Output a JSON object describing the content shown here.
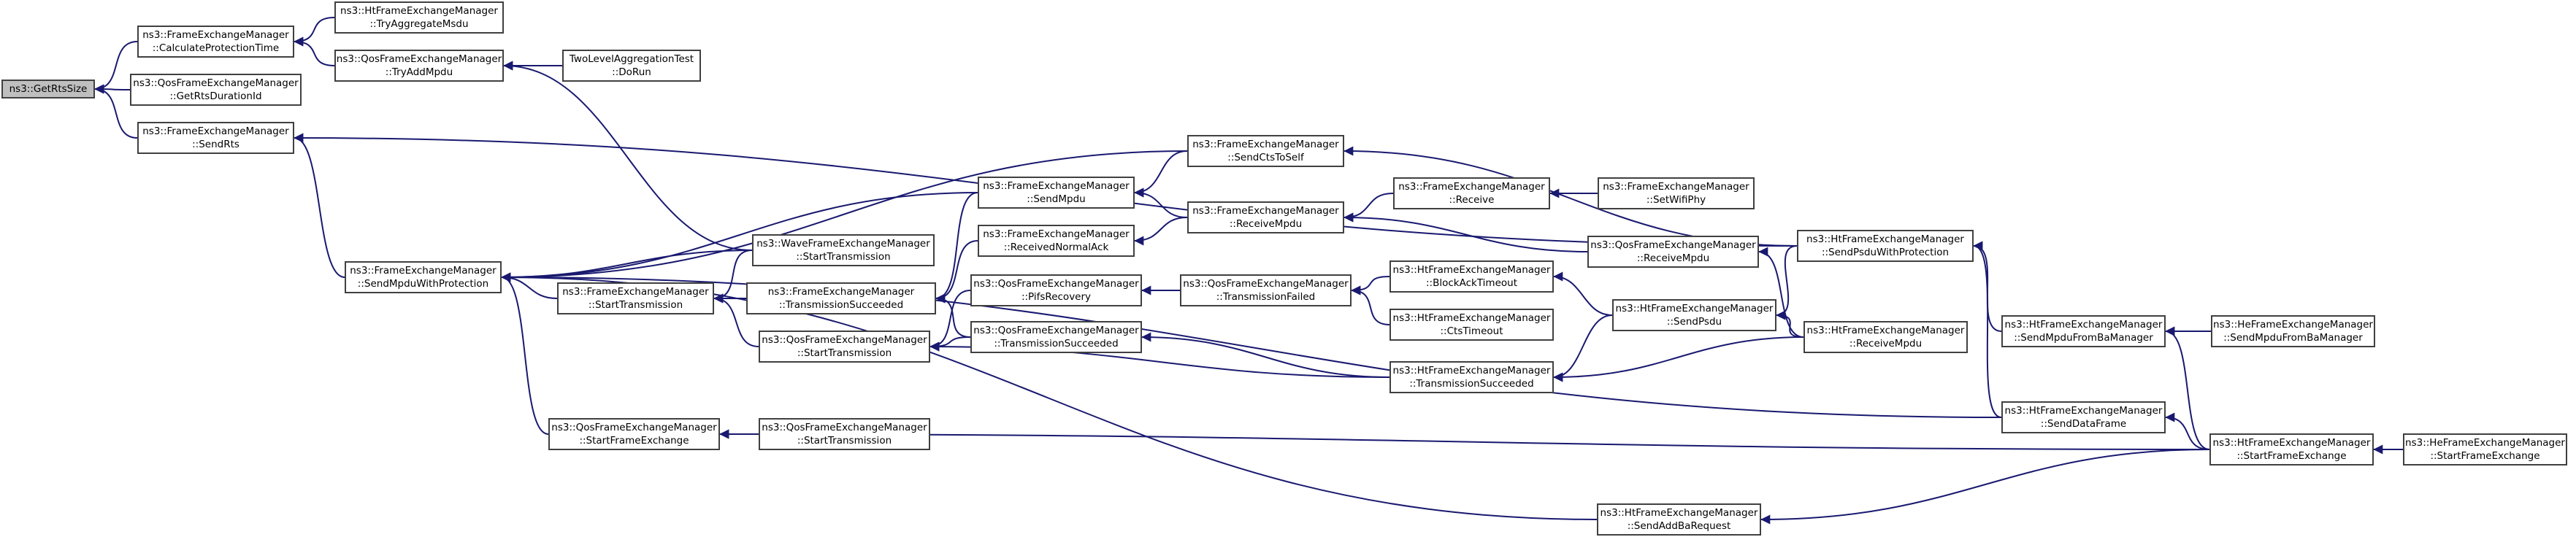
{
  "colors": {
    "edge": "#191970",
    "node_border": "#404040",
    "root_fill": "#bfbfbf",
    "node_fill": "#ffffff"
  },
  "nodes": {
    "get_rts_size": {
      "lines": [
        "ns3::GetRtsSize"
      ]
    },
    "fem_calc_prot_time": {
      "lines": [
        "ns3::FrameExchangeManager",
        "::CalculateProtectionTime"
      ]
    },
    "qfem_get_rts_duration_id": {
      "lines": [
        "ns3::QosFrameExchangeManager",
        "::GetRtsDurationId"
      ]
    },
    "fem_send_rts": {
      "lines": [
        "ns3::FrameExchangeManager",
        "::SendRts"
      ]
    },
    "htfem_try_aggregate_msdu": {
      "lines": [
        "ns3::HtFrameExchangeManager",
        "::TryAggregateMsdu"
      ]
    },
    "qfem_try_add_mpdu": {
      "lines": [
        "ns3::QosFrameExchangeManager",
        "::TryAddMpdu"
      ]
    },
    "two_level_do_run": {
      "lines": [
        "TwoLevelAggregationTest",
        "::DoRun"
      ]
    },
    "fem_send_mpdu_with_prot": {
      "lines": [
        "ns3::FrameExchangeManager",
        "::SendMpduWithProtection"
      ]
    },
    "wfem_start_transmission": {
      "lines": [
        "ns3::WaveFrameExchangeManager",
        "::StartTransmission"
      ]
    },
    "fem_start_transmission": {
      "lines": [
        "ns3::FrameExchangeManager",
        "::StartTransmission"
      ]
    },
    "fem_transmission_succeeded": {
      "lines": [
        "ns3::FrameExchangeManager",
        "::TransmissionSucceeded"
      ]
    },
    "qfem_start_transmission": {
      "lines": [
        "ns3::QosFrameExchangeManager",
        "::StartTransmission"
      ]
    },
    "qfem_start_frame_exchange": {
      "lines": [
        "ns3::QosFrameExchangeManager",
        "::StartFrameExchange"
      ]
    },
    "qfem_start_transmission_2": {
      "lines": [
        "ns3::QosFrameExchangeManager",
        "::StartTransmission"
      ]
    },
    "fem_send_mpdu": {
      "lines": [
        "ns3::FrameExchangeManager",
        "::SendMpdu"
      ]
    },
    "fem_received_normal_ack": {
      "lines": [
        "ns3::FrameExchangeManager",
        "::ReceivedNormalAck"
      ]
    },
    "qfem_pifs_recovery": {
      "lines": [
        "ns3::QosFrameExchangeManager",
        "::PifsRecovery"
      ]
    },
    "qfem_transmission_succeeded": {
      "lines": [
        "ns3::QosFrameExchangeManager",
        "::TransmissionSucceeded"
      ]
    },
    "fem_send_cts_to_self": {
      "lines": [
        "ns3::FrameExchangeManager",
        "::SendCtsToSelf"
      ]
    },
    "fem_receive_mpdu": {
      "lines": [
        "ns3::FrameExchangeManager",
        "::ReceiveMpdu"
      ]
    },
    "qfem_transmission_failed": {
      "lines": [
        "ns3::QosFrameExchangeManager",
        "::TransmissionFailed"
      ]
    },
    "fem_receive": {
      "lines": [
        "ns3::FrameExchangeManager",
        "::Receive"
      ]
    },
    "fem_set_wifi_phy": {
      "lines": [
        "ns3::FrameExchangeManager",
        "::SetWifiPhy"
      ]
    },
    "qfem_receive_mpdu": {
      "lines": [
        "ns3::QosFrameExchangeManager",
        "::ReceiveMpdu"
      ]
    },
    "htfem_block_ack_timeout": {
      "lines": [
        "ns3::HtFrameExchangeManager",
        "::BlockAckTimeout"
      ]
    },
    "htfem_cts_timeout": {
      "lines": [
        "ns3::HtFrameExchangeManager",
        "::CtsTimeout"
      ]
    },
    "htfem_transmission_succeeded": {
      "lines": [
        "ns3::HtFrameExchangeManager",
        "::TransmissionSucceeded"
      ]
    },
    "htfem_send_psdu": {
      "lines": [
        "ns3::HtFrameExchangeManager",
        "::SendPsdu"
      ]
    },
    "htfem_receive_mpdu": {
      "lines": [
        "ns3::HtFrameExchangeManager",
        "::ReceiveMpdu"
      ]
    },
    "htfem_send_psdu_with_prot": {
      "lines": [
        "ns3::HtFrameExchangeManager",
        "::SendPsduWithProtection"
      ]
    },
    "htfem_send_data_frame": {
      "lines": [
        "ns3::HtFrameExchangeManager",
        "::SendDataFrame"
      ]
    },
    "htfem_send_add_ba_request": {
      "lines": [
        "ns3::HtFrameExchangeManager",
        "::SendAddBaRequest"
      ]
    },
    "htfem_send_mpdu_from_ba": {
      "lines": [
        "ns3::HtFrameExchangeManager",
        "::SendMpduFromBaManager"
      ]
    },
    "htfem_start_frame_exchange": {
      "lines": [
        "ns3::HtFrameExchangeManager",
        "::StartFrameExchange"
      ]
    },
    "hefem_send_mpdu_from_ba": {
      "lines": [
        "ns3::HeFrameExchangeManager",
        "::SendMpduFromBaManager"
      ]
    },
    "hefem_start_frame_exchange": {
      "lines": [
        "ns3::HeFrameExchangeManager",
        "::StartFrameExchange"
      ]
    }
  },
  "edges": [
    [
      "fem_calc_prot_time",
      "get_rts_size"
    ],
    [
      "qfem_get_rts_duration_id",
      "get_rts_size"
    ],
    [
      "fem_send_rts",
      "get_rts_size"
    ],
    [
      "htfem_try_aggregate_msdu",
      "fem_calc_prot_time"
    ],
    [
      "qfem_try_add_mpdu",
      "fem_calc_prot_time"
    ],
    [
      "two_level_do_run",
      "qfem_try_add_mpdu"
    ],
    [
      "wfem_start_transmission",
      "qfem_try_add_mpdu"
    ],
    [
      "fem_send_mpdu_with_prot",
      "fem_send_rts"
    ],
    [
      "htfem_send_psdu_with_prot",
      "fem_send_rts"
    ],
    [
      "fem_send_cts_to_self",
      "fem_send_mpdu_with_prot"
    ],
    [
      "fem_send_mpdu",
      "fem_send_mpdu_with_prot"
    ],
    [
      "wfem_start_transmission",
      "fem_send_mpdu_with_prot"
    ],
    [
      "fem_start_transmission",
      "fem_send_mpdu_with_prot"
    ],
    [
      "qfem_start_frame_exchange",
      "fem_send_mpdu_with_prot"
    ],
    [
      "htfem_send_data_frame",
      "fem_send_mpdu_with_prot"
    ],
    [
      "htfem_send_add_ba_request",
      "fem_send_mpdu_with_prot"
    ],
    [
      "wfem_start_transmission",
      "fem_start_transmission"
    ],
    [
      "fem_transmission_succeeded",
      "fem_start_transmission"
    ],
    [
      "qfem_start_transmission",
      "fem_start_transmission"
    ],
    [
      "fem_send_mpdu",
      "fem_transmission_succeeded"
    ],
    [
      "fem_received_normal_ack",
      "fem_transmission_succeeded"
    ],
    [
      "qfem_transmission_succeeded",
      "fem_transmission_succeeded"
    ],
    [
      "qfem_pifs_recovery",
      "qfem_start_transmission"
    ],
    [
      "qfem_transmission_succeeded",
      "qfem_start_transmission"
    ],
    [
      "htfem_transmission_succeeded",
      "qfem_start_transmission"
    ],
    [
      "qfem_start_transmission_2",
      "qfem_start_frame_exchange"
    ],
    [
      "htfem_start_frame_exchange",
      "qfem_start_frame_exchange"
    ],
    [
      "fem_send_cts_to_self",
      "fem_send_mpdu"
    ],
    [
      "fem_receive_mpdu",
      "fem_send_mpdu"
    ],
    [
      "fem_receive_mpdu",
      "fem_received_normal_ack"
    ],
    [
      "qfem_transmission_failed",
      "qfem_pifs_recovery"
    ],
    [
      "htfem_transmission_succeeded",
      "qfem_transmission_succeeded"
    ],
    [
      "htfem_send_psdu_with_prot",
      "fem_send_cts_to_self"
    ],
    [
      "fem_receive",
      "fem_receive_mpdu"
    ],
    [
      "qfem_receive_mpdu",
      "fem_receive_mpdu"
    ],
    [
      "htfem_block_ack_timeout",
      "qfem_transmission_failed"
    ],
    [
      "htfem_cts_timeout",
      "qfem_transmission_failed"
    ],
    [
      "fem_set_wifi_phy",
      "fem_receive"
    ],
    [
      "htfem_receive_mpdu",
      "qfem_receive_mpdu"
    ],
    [
      "htfem_send_psdu",
      "htfem_block_ack_timeout"
    ],
    [
      "htfem_send_psdu",
      "htfem_transmission_succeeded"
    ],
    [
      "htfem_receive_mpdu",
      "htfem_transmission_succeeded"
    ],
    [
      "htfem_send_psdu_with_prot",
      "htfem_send_psdu"
    ],
    [
      "htfem_receive_mpdu",
      "htfem_send_psdu"
    ],
    [
      "htfem_send_mpdu_from_ba",
      "htfem_send_psdu_with_prot"
    ],
    [
      "htfem_send_data_frame",
      "htfem_send_psdu_with_prot"
    ],
    [
      "htfem_start_frame_exchange",
      "htfem_send_data_frame"
    ],
    [
      "htfem_start_frame_exchange",
      "htfem_send_add_ba_request"
    ],
    [
      "hefem_send_mpdu_from_ba",
      "htfem_send_mpdu_from_ba"
    ],
    [
      "htfem_start_frame_exchange",
      "htfem_send_mpdu_from_ba"
    ],
    [
      "hefem_start_frame_exchange",
      "htfem_start_frame_exchange"
    ]
  ]
}
